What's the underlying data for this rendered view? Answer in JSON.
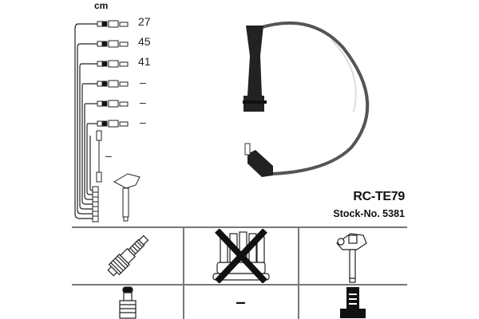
{
  "header": {
    "unit_label": "cm"
  },
  "cables": [
    {
      "label": "27"
    },
    {
      "label": "45"
    },
    {
      "label": "41"
    },
    {
      "label": "–"
    },
    {
      "label": "–"
    },
    {
      "label": "–"
    },
    {
      "label": "–"
    }
  ],
  "product": {
    "code": "RC-TE79",
    "stock": "Stock-No. 5381"
  },
  "grid": {
    "row1": [
      {
        "icon": "spark-plug-icon"
      },
      {
        "icon": "distributor-cap-crossed-icon"
      },
      {
        "icon": "ignition-coil-icon"
      }
    ],
    "row2": [
      {
        "icon": "plug-connector-icon"
      },
      {
        "label": "–"
      },
      {
        "icon": "coil-connector-icon"
      }
    ]
  },
  "colors": {
    "line": "#777777",
    "ink": "#111111"
  }
}
